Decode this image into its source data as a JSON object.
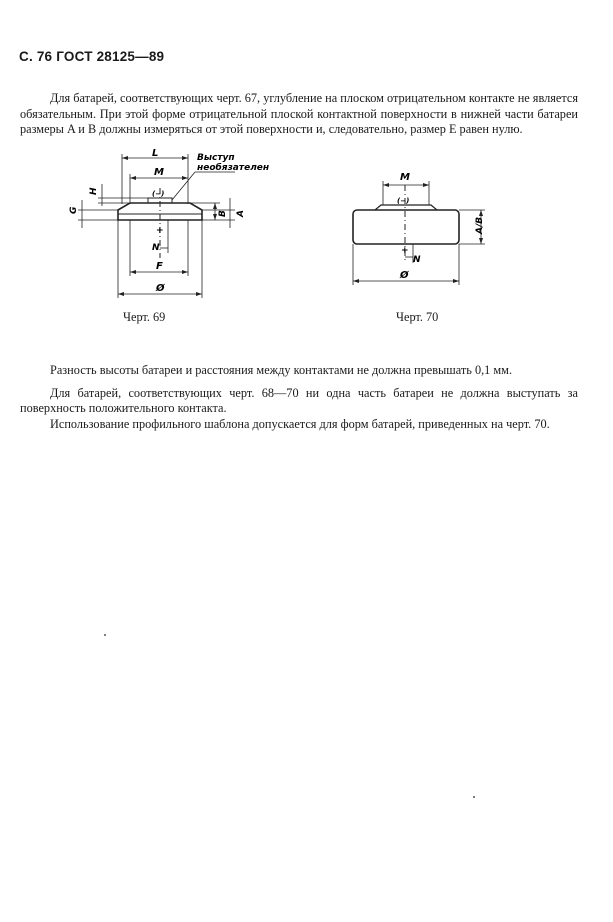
{
  "header": {
    "text": "С. 76 ГОСТ 28125—89"
  },
  "paragraphs": {
    "p1": "Для батарей, соответствующих черт. 67, углубление на плоском отрицательном контакте не является обязательным. При этой форме отрицательной плоской контактной поверхности в нижней части батареи размеры A и B должны измеряться от этой поверхности и, следовательно, размер E равен нулю.",
    "p2": "Разность высоты батареи и расстояния между контактами не должна превышать 0,1 мм.",
    "p3a": "Для батарей, соответствующих черт. 68—70 ни одна часть батареи не должна выступать за поверхность положительного контакта.",
    "p3b": "Использование профильного шаблона допускается для форм батарей, приведенных на черт. 70."
  },
  "figure69": {
    "caption": "Черт. 69",
    "labels": {
      "L": "L",
      "M": "M",
      "neg": "(−)",
      "note_line1": "Выступ",
      "note_line2": "необязателен",
      "H": "H",
      "G": "G",
      "B": "B",
      "A": "A",
      "plus": "+",
      "N": "N",
      "F": "F",
      "D": "Ø"
    }
  },
  "figure70": {
    "caption": "Черт. 70",
    "labels": {
      "M": "M",
      "neg": "(−)",
      "AB": "A/B",
      "plus": "+",
      "N": "N",
      "D": "Ø"
    }
  }
}
